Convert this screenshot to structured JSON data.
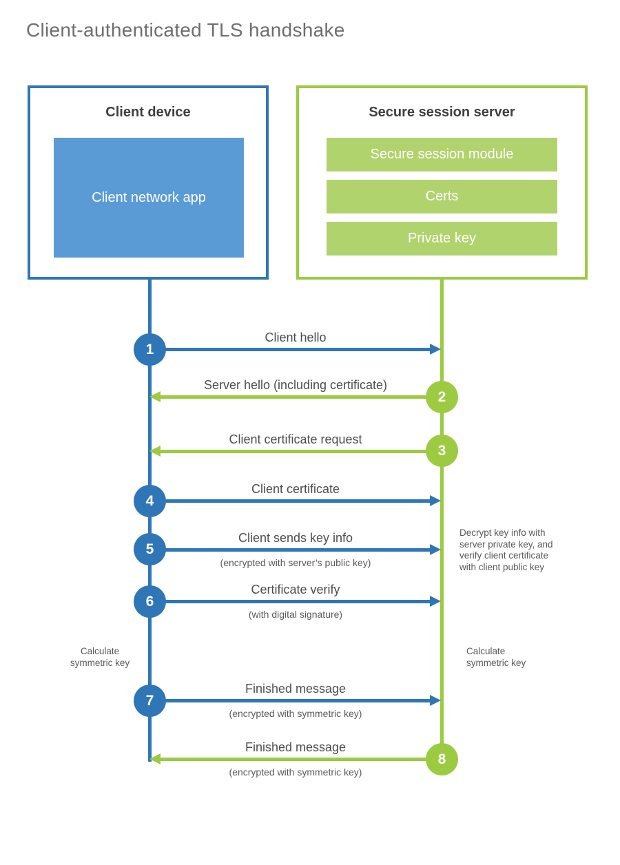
{
  "title": "Client-authenticated TLS handshake",
  "colors": {
    "blue": "#2F76B6",
    "light_blue": "#5B9BD5",
    "green": "#9CCB42",
    "light_green": "#B1D36E"
  },
  "client": {
    "title": "Client device",
    "app": "Client network app"
  },
  "server": {
    "title": "Secure session server",
    "modules": [
      "Secure session module",
      "Certs",
      "Private key"
    ]
  },
  "steps": [
    {
      "number": "1",
      "label": "Client hello"
    },
    {
      "number": "2",
      "label": "Server hello (including certificate)"
    },
    {
      "number": "3",
      "label": "Client certificate request"
    },
    {
      "number": "4",
      "label": "Client certificate"
    },
    {
      "number": "5",
      "label": "Client sends key info",
      "sublabel": "(encrypted with server’s public key)"
    },
    {
      "number": "6",
      "label": "Certificate verify",
      "sublabel": "(with digital signature)"
    },
    {
      "number": "7",
      "label": "Finished message",
      "sublabel": "(encrypted with symmetric key)"
    },
    {
      "number": "8",
      "label": "Finished message",
      "sublabel": "(encrypted with symmetric key)"
    }
  ],
  "notes": {
    "decrypt_lines": [
      "Decrypt key info with",
      "server private key, and",
      "verify client certificate",
      "with client public key"
    ],
    "calc_left_lines": [
      "Calculate",
      "symmetric key"
    ],
    "calc_right_lines": [
      "Calculate",
      "symmetric key"
    ]
  }
}
